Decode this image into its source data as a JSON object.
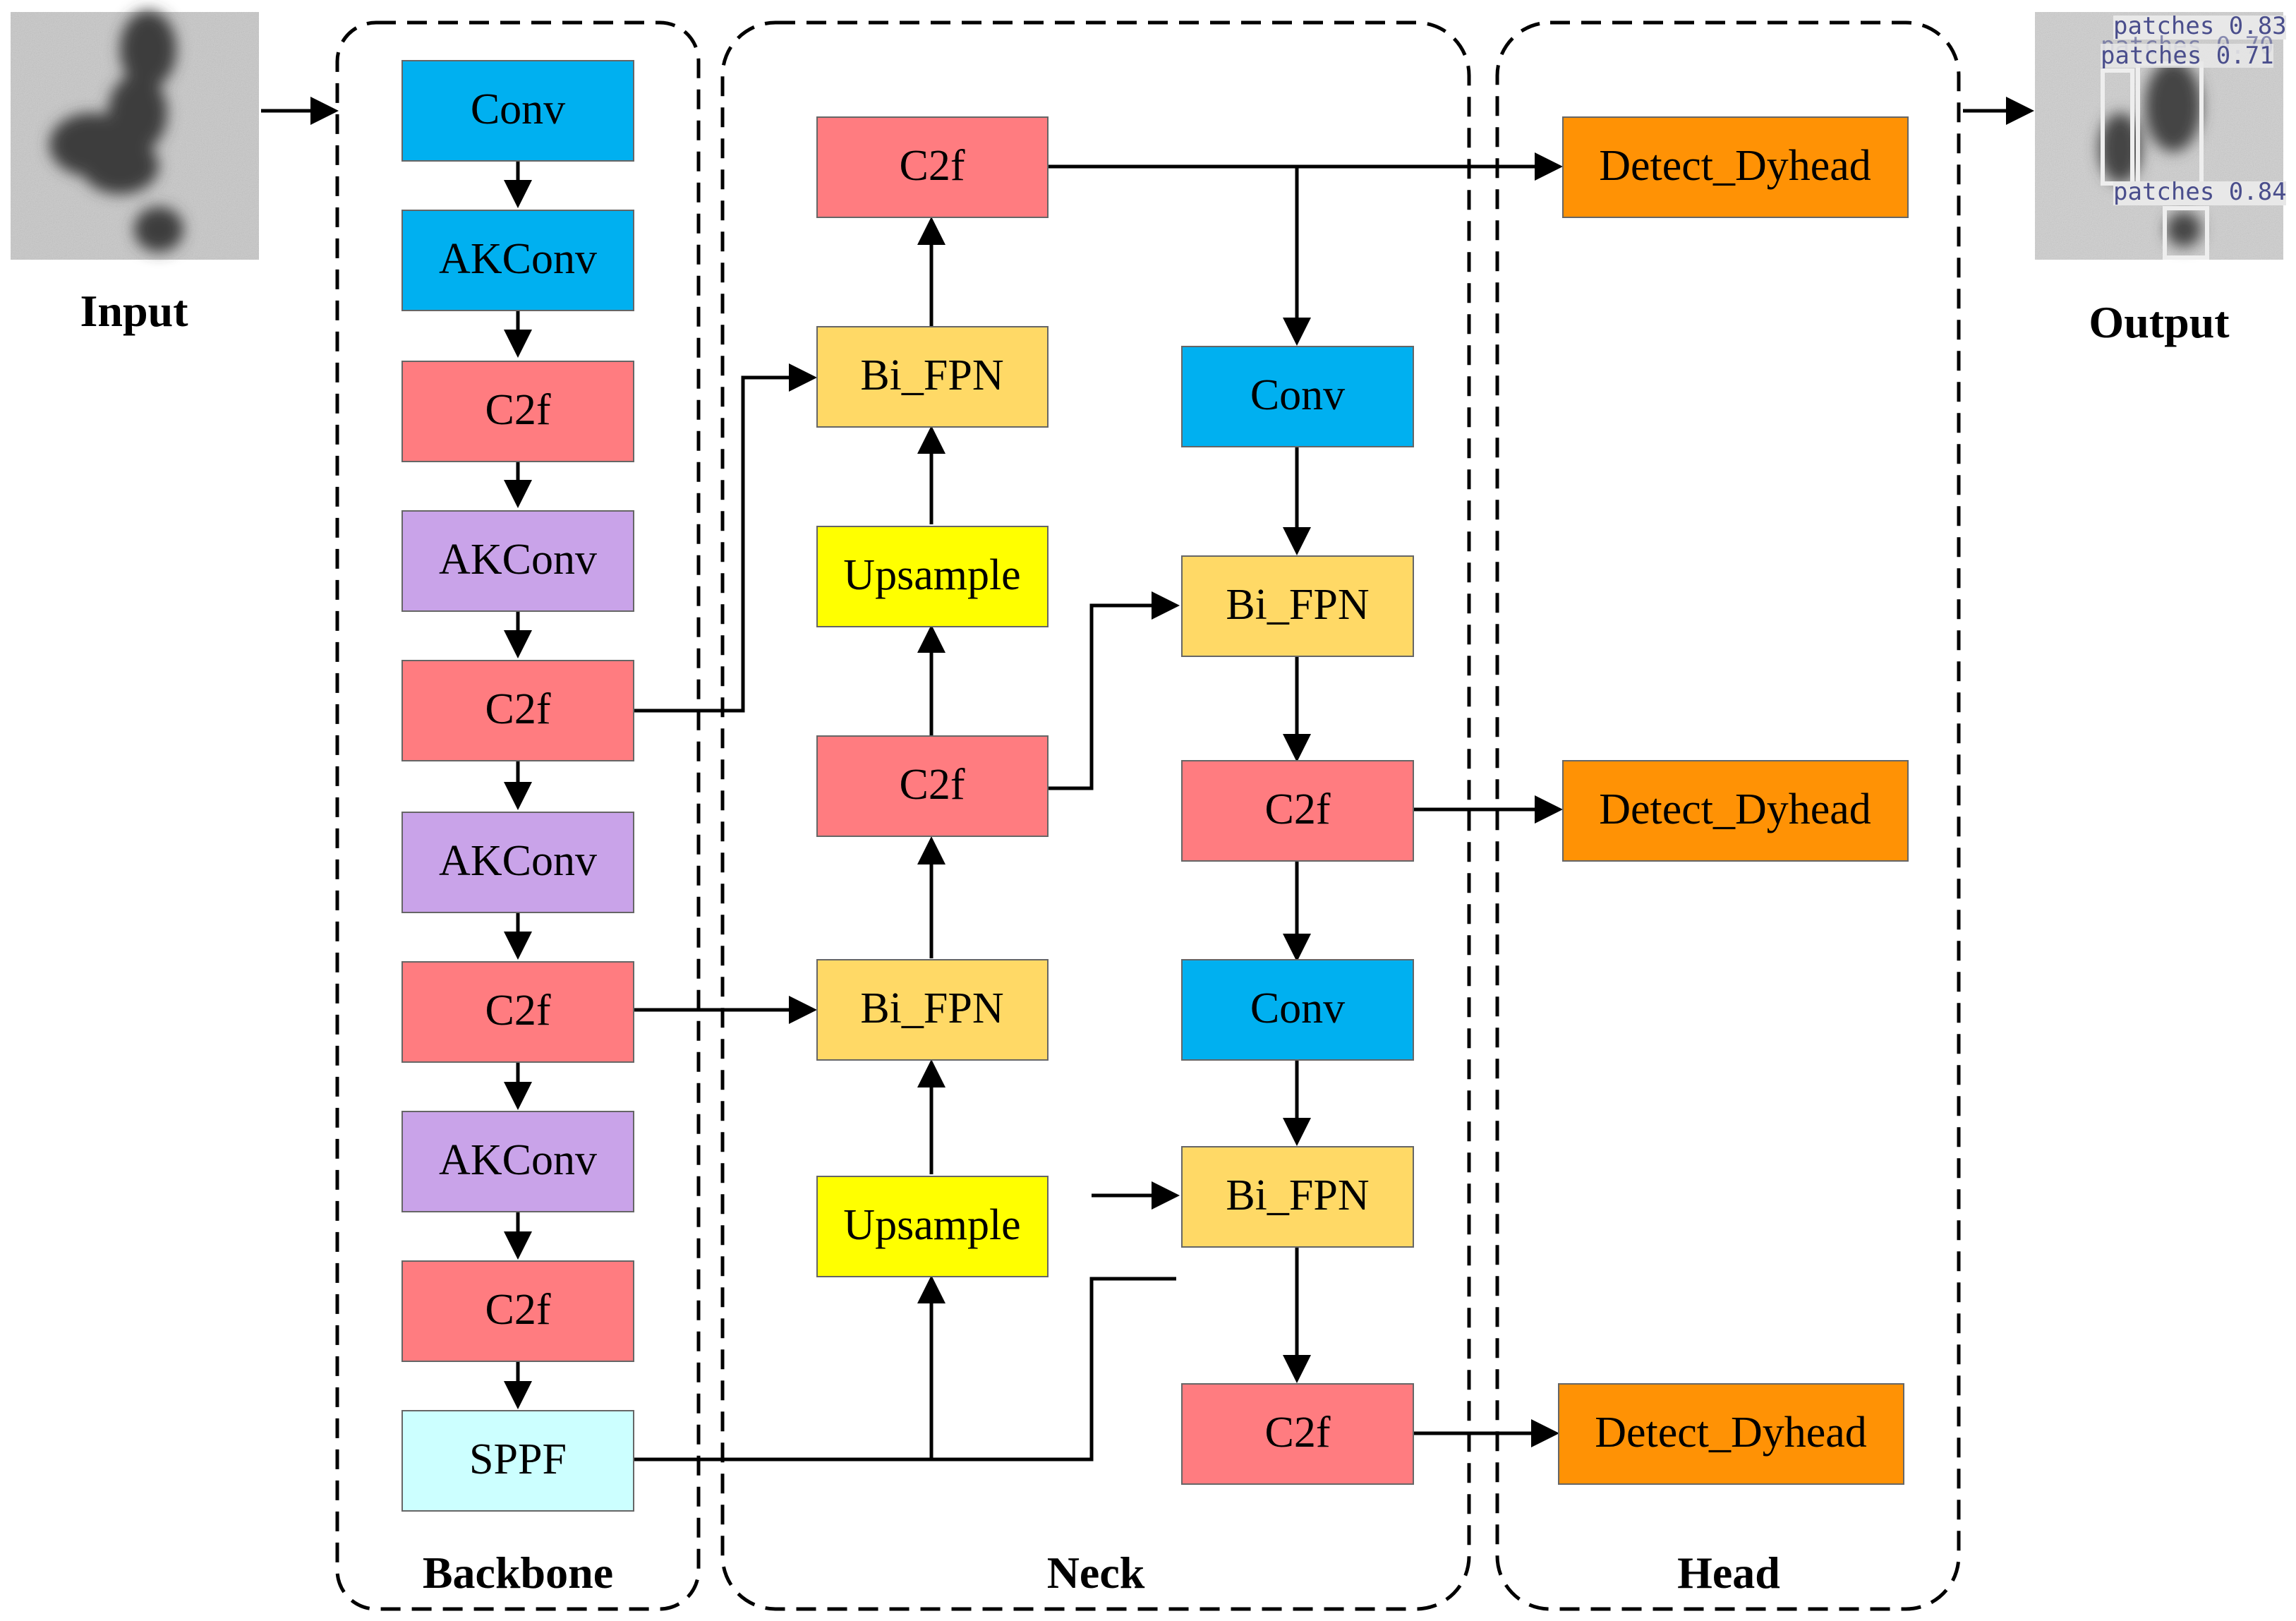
{
  "colors": {
    "conv": "#00b0f0",
    "c2f": "#ff7c80",
    "akconv_purple": "#c9a3e9",
    "bifpn": "#ffd966",
    "upsample": "#ffff00",
    "sppf": "#ccffff",
    "detect": "#ff9205",
    "line": "#000000",
    "detection_label": "#4a4e8c"
  },
  "labels": {
    "input": "Input",
    "output": "Output",
    "backbone": "Backbone",
    "neck": "Neck",
    "head": "Head"
  },
  "output_image": {
    "detections": [
      "patches 0.83",
      "patches 0.71",
      "patches 0.70",
      "patches 0.84"
    ]
  },
  "blocks": {
    "backbone": [
      {
        "id": "bb-conv",
        "label": "Conv",
        "color": "#00b0f0"
      },
      {
        "id": "bb-akconv-1",
        "label": "AKConv",
        "color": "#00b0f0"
      },
      {
        "id": "bb-c2f-1",
        "label": "C2f",
        "color": "#ff7c80"
      },
      {
        "id": "bb-akconv-2",
        "label": "AKConv",
        "color": "#c9a3e9"
      },
      {
        "id": "bb-c2f-2",
        "label": "C2f",
        "color": "#ff7c80"
      },
      {
        "id": "bb-akconv-3",
        "label": "AKConv",
        "color": "#c9a3e9"
      },
      {
        "id": "bb-c2f-3",
        "label": "C2f",
        "color": "#ff7c80"
      },
      {
        "id": "bb-akconv-4",
        "label": "AKConv",
        "color": "#c9a3e9"
      },
      {
        "id": "bb-c2f-4",
        "label": "C2f",
        "color": "#ff7c80"
      },
      {
        "id": "bb-sppf",
        "label": "SPPF",
        "color": "#ccffff"
      }
    ],
    "neck_left": [
      {
        "id": "nl-c2f-top",
        "label": "C2f",
        "color": "#ff7c80"
      },
      {
        "id": "nl-bifpn-1",
        "label": "Bi_FPN",
        "color": "#ffd966"
      },
      {
        "id": "nl-upsample-1",
        "label": "Upsample",
        "color": "#ffff00"
      },
      {
        "id": "nl-c2f-mid",
        "label": "C2f",
        "color": "#ff7c80"
      },
      {
        "id": "nl-bifpn-2",
        "label": "Bi_FPN",
        "color": "#ffd966"
      },
      {
        "id": "nl-upsample-2",
        "label": "Upsample",
        "color": "#ffff00"
      }
    ],
    "neck_right": [
      {
        "id": "nr-conv-1",
        "label": "Conv",
        "color": "#00b0f0"
      },
      {
        "id": "nr-bifpn-1",
        "label": "Bi_FPN",
        "color": "#ffd966"
      },
      {
        "id": "nr-c2f-1",
        "label": "C2f",
        "color": "#ff7c80"
      },
      {
        "id": "nr-conv-2",
        "label": "Conv",
        "color": "#00b0f0"
      },
      {
        "id": "nr-bifpn-2",
        "label": "Bi_FPN",
        "color": "#ffd966"
      },
      {
        "id": "nr-c2f-2",
        "label": "C2f",
        "color": "#ff7c80"
      }
    ],
    "head": [
      {
        "id": "hd-detect-1",
        "label": "Detect_Dyhead",
        "color": "#ff9205"
      },
      {
        "id": "hd-detect-2",
        "label": "Detect_Dyhead",
        "color": "#ff9205"
      },
      {
        "id": "hd-detect-3",
        "label": "Detect_Dyhead",
        "color": "#ff9205"
      }
    ]
  }
}
